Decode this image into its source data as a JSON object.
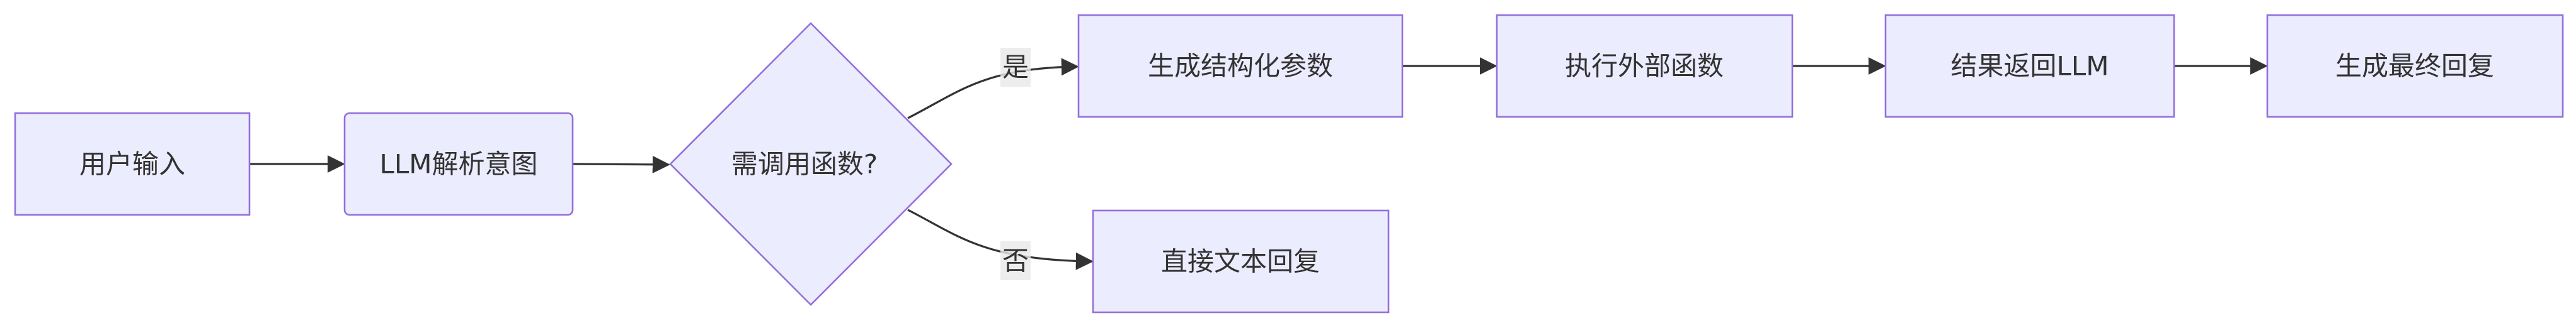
{
  "diagram": {
    "nodes": {
      "user_input": "用户输入",
      "llm_parse": "LLM解析意图",
      "need_call": "需调用函数?",
      "gen_params": "生成结构化参数",
      "exec_func": "执行外部函数",
      "return_llm": "结果返回LLM",
      "final_reply": "生成最终回复",
      "direct_reply": "直接文本回复"
    },
    "edge_labels": {
      "yes": "是",
      "no": "否"
    }
  },
  "colors": {
    "node_fill": "#ececff",
    "node_stroke": "#9370db",
    "edge": "#333333",
    "label_bg": "#e8e8e8"
  }
}
